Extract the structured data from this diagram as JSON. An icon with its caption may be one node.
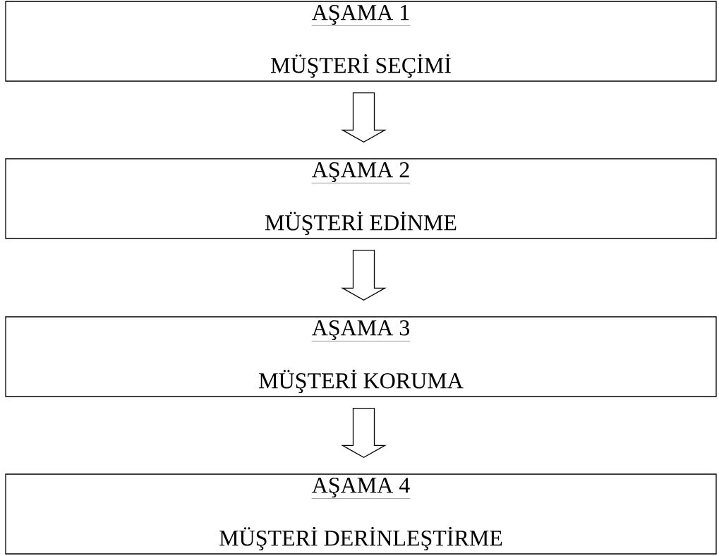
{
  "diagram": {
    "nodes": [
      {
        "text": [
          "AŞAMA 1",
          "MÜŞTERİ SEÇİMİ"
        ]
      },
      {
        "text": [
          "AŞAMA 2",
          "MÜŞTERİ EDİNME"
        ]
      },
      {
        "text": [
          "AŞAMA 3",
          "MÜŞTERİ KORUMA"
        ]
      },
      {
        "text": [
          "AŞAMA 4",
          "MÜŞTERİ DERİNLEŞTİRME"
        ]
      }
    ],
    "edges": [
      {
        "from": 0,
        "to": 1,
        "arrow": "to"
      },
      {
        "from": 1,
        "to": 2,
        "arrow": "to"
      },
      {
        "from": 2,
        "to": 3,
        "arrow": "to"
      }
    ]
  }
}
